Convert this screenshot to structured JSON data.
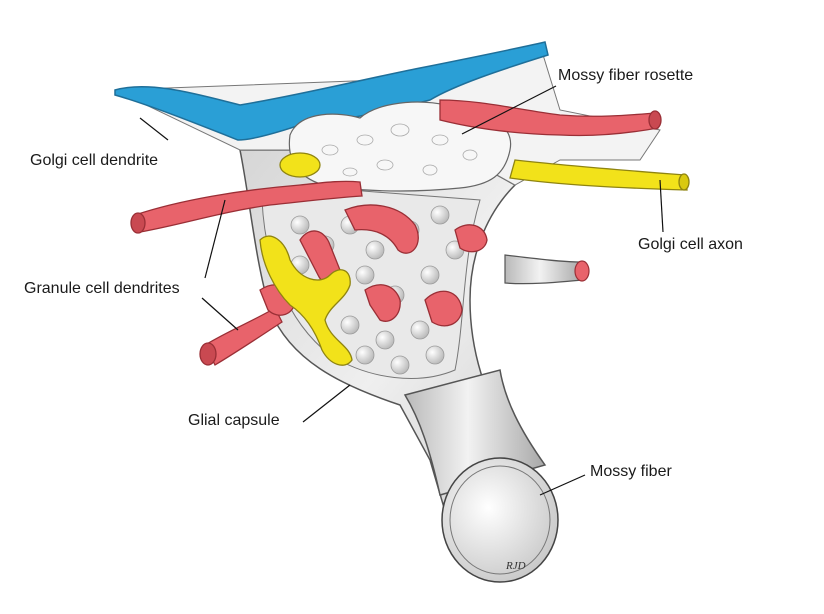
{
  "labels": {
    "mossy_fiber_rosette": "Mossy fiber rosette",
    "golgi_cell_dendrite": "Golgi cell dendrite",
    "golgi_cell_axon": "Golgi cell axon",
    "granule_cell_dendrites": "Granule cell dendrites",
    "glial_capsule": "Glial capsule",
    "mossy_fiber": "Mossy fiber"
  },
  "signature": "RJD",
  "colors": {
    "golgi_dendrite": "#2a9fd6",
    "granule_dendrite": "#e8636b",
    "golgi_axon": "#f2e21a",
    "capsule": "#e4e4e4",
    "rosette": "#f4f4f4"
  }
}
